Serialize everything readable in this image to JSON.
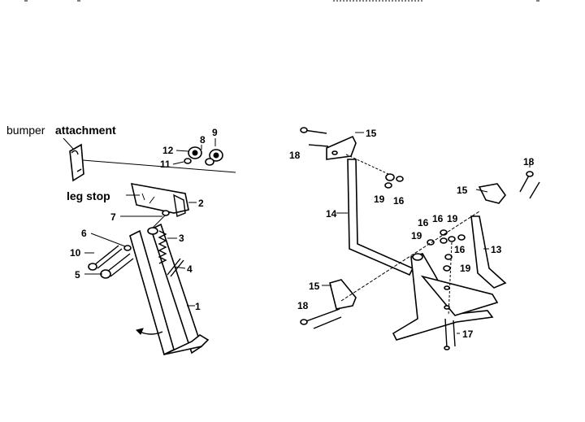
{
  "captions": {
    "bumper": "bumper",
    "attachment": "attachment",
    "leg_stop": "leg stop"
  },
  "callouts": {
    "c1": "1",
    "c2": "2",
    "c3": "3",
    "c4": "4",
    "c5": "5",
    "c6": "6",
    "c7": "7",
    "c8": "8",
    "c9": "9",
    "c10": "10",
    "c11": "11",
    "c12": "12",
    "c13": "13",
    "c14": "14",
    "c15a": "15",
    "c15b": "15",
    "c15c": "15",
    "c16a": "16",
    "c16b": "16",
    "c16c": "16",
    "c16d": "16",
    "c17": "17",
    "c18a": "18",
    "c18b": "18",
    "c18c": "18",
    "c19a": "19",
    "c19b": "19",
    "c19c": "19",
    "c19d": "19"
  }
}
